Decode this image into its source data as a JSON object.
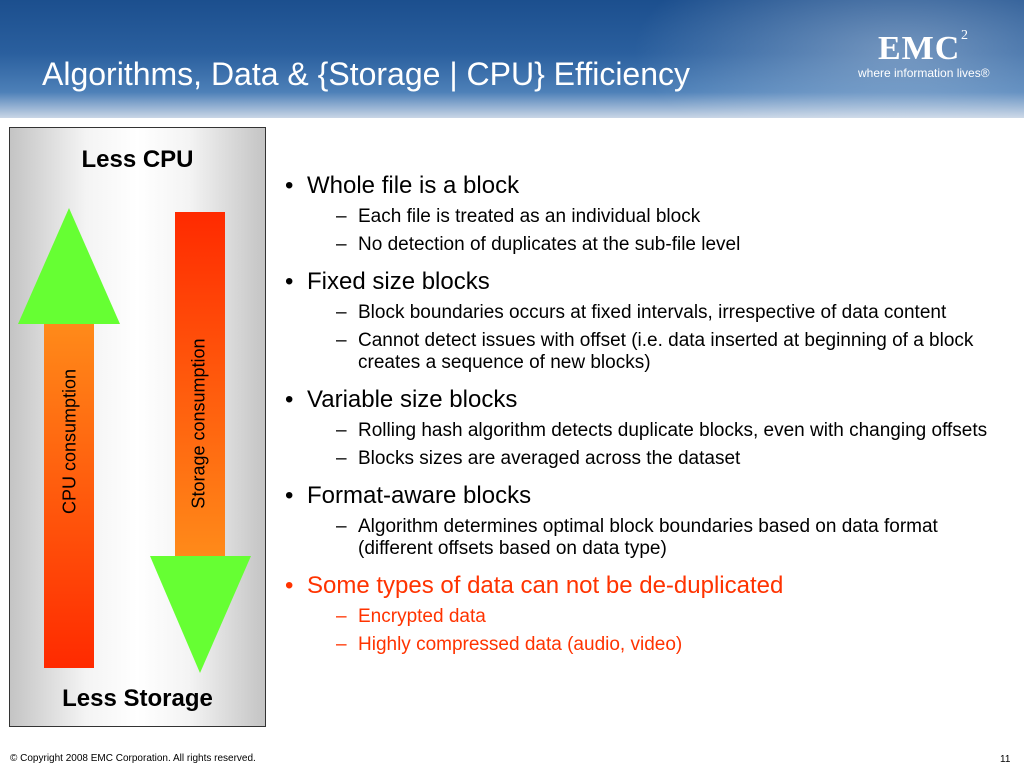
{
  "title": "Algorithms, Data & {Storage | CPU} Efficiency",
  "logo": {
    "name": "EMC",
    "superscript": "2",
    "tagline": "where information lives®"
  },
  "panel": {
    "top_label": "Less CPU",
    "bottom_label": "Less Storage",
    "cpu_label": "CPU consumption",
    "storage_label": "Storage consumption"
  },
  "colors": {
    "arrow_green": "#66ff33",
    "gradient_red": "#ff2a00",
    "gradient_orange": "#ff8c1a",
    "highlight_red": "#ff3300",
    "header_blue": "#2a5f9e"
  },
  "bullets": [
    {
      "text": "Whole file is a block",
      "highlight": false,
      "subs": [
        "Each file is treated as an individual block",
        "No detection of duplicates at the sub-file level"
      ]
    },
    {
      "text": "Fixed size blocks",
      "highlight": false,
      "subs": [
        "Block boundaries occurs at fixed intervals, irrespective of data content",
        "Cannot detect issues with offset (i.e. data inserted at beginning of a block creates a sequence of new blocks)"
      ]
    },
    {
      "text": "Variable size blocks",
      "highlight": false,
      "subs": [
        "Rolling hash algorithm detects duplicate blocks, even with changing offsets",
        "Blocks sizes are averaged across the dataset"
      ]
    },
    {
      "text": "Format-aware blocks",
      "highlight": false,
      "subs": [
        "Algorithm determines optimal block boundaries based on data format (different offsets based on data type)"
      ]
    },
    {
      "text": "Some types of data can not be de-duplicated",
      "highlight": true,
      "subs": [
        "Encrypted data",
        "Highly compressed data (audio, video)"
      ]
    }
  ],
  "footer": {
    "copyright": "© Copyright 2008 EMC Corporation. All rights reserved.",
    "page_number": "11"
  }
}
